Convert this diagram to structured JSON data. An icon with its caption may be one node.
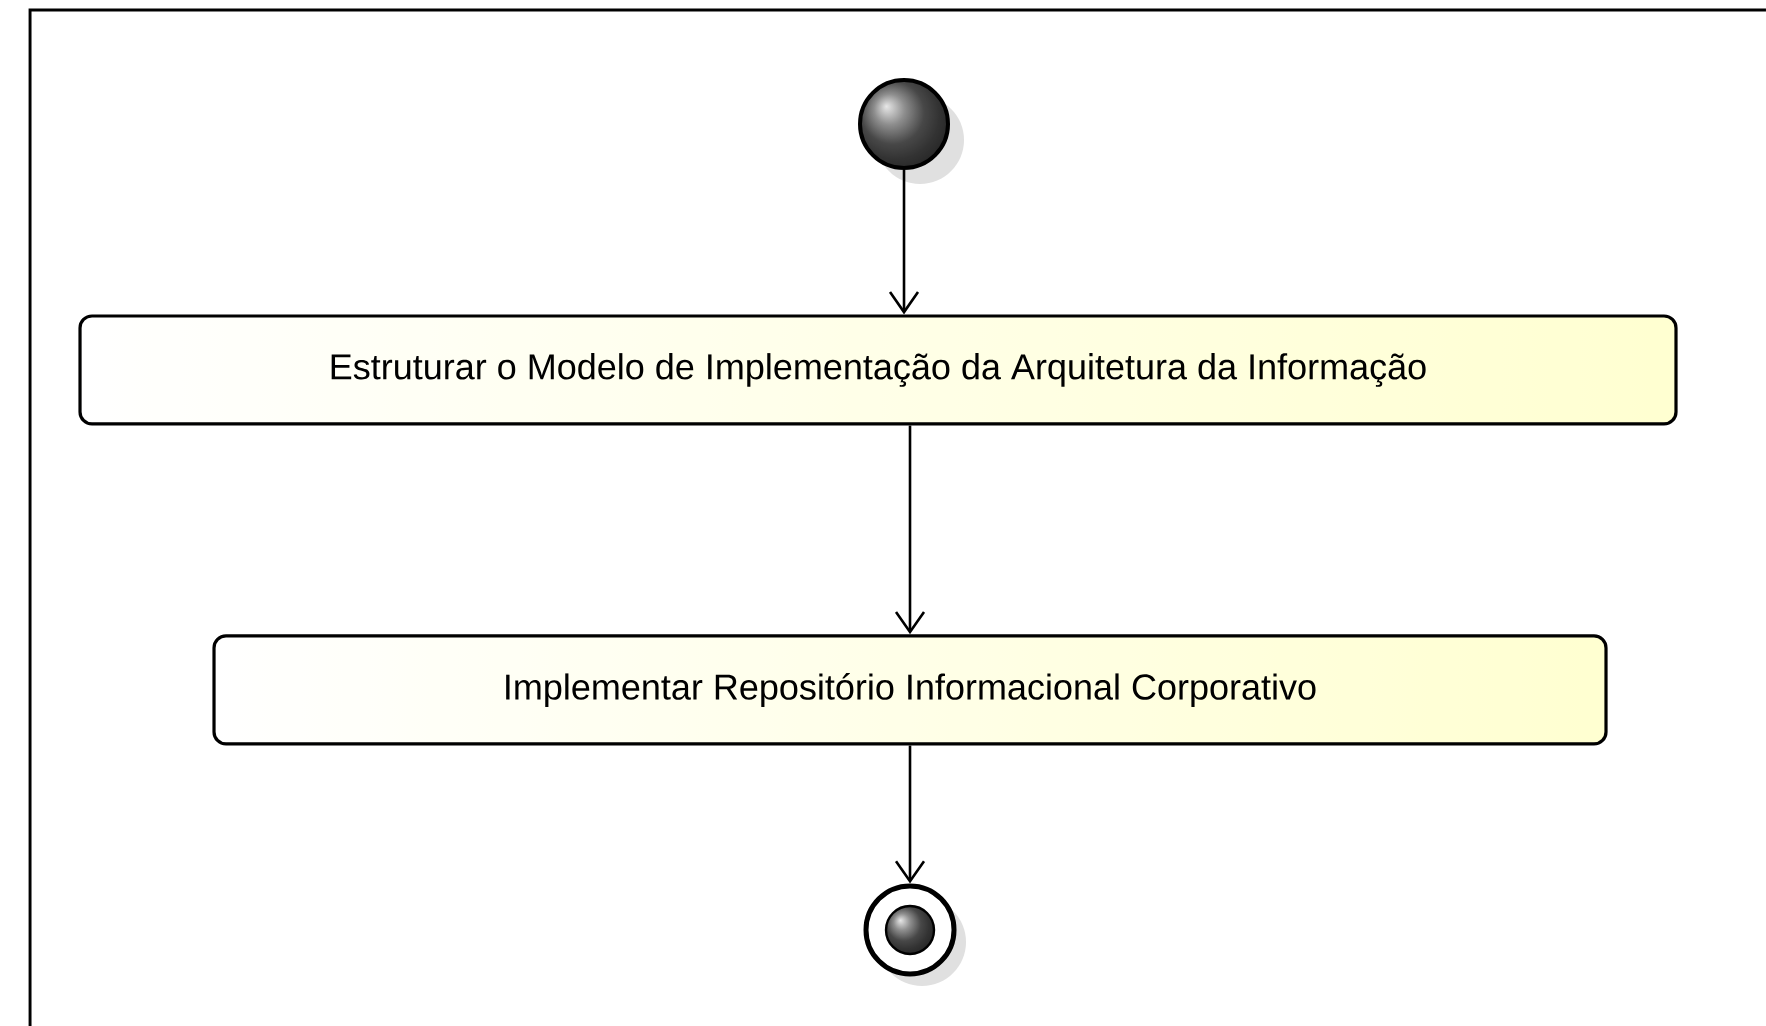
{
  "diagram": {
    "nodes": [
      {
        "text": [],
        "shape": "circle"
      },
      {
        "text": [
          "Estruturar o Modelo de Implementação da Arquitetura da Informação"
        ]
      },
      {
        "text": [
          "Implementar Repositório Informacional Corporativo"
        ]
      },
      {
        "text": [],
        "shape": "circle"
      }
    ],
    "edges": [
      {
        "from": 0,
        "to": 1,
        "arrow": "to"
      },
      {
        "from": 1,
        "to": 2,
        "arrow": "to"
      },
      {
        "from": 2,
        "to": 3,
        "arrow": "to"
      }
    ]
  }
}
